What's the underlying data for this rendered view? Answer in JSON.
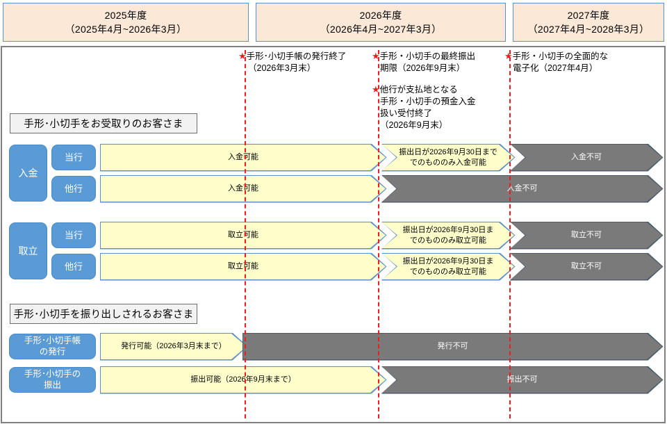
{
  "header": {
    "years": [
      {
        "title": "2025年度",
        "range": "（2025年4月~2026年3月）"
      },
      {
        "title": "2026年度",
        "range": "（2026年4月~2027年3月）"
      },
      {
        "title": "2027年度",
        "range": "（2027年4月~2028年3月）"
      }
    ]
  },
  "annotations": [
    {
      "star": "★",
      "line1": "手形･小切手帳の発行終了",
      "line2": "（2026年3月末）",
      "line3": "",
      "line4": ""
    },
    {
      "star": "★",
      "line1": "手形・小切手の最終振出",
      "line2": "期限（2026年9月末）",
      "line3": "",
      "line4": ""
    },
    {
      "star": "★",
      "line1": "他行が支払地となる",
      "line2": "手形・小切手の預金入金",
      "line3": "扱い受付終了",
      "line4": "（2026年9月末）"
    },
    {
      "star": "★",
      "line1": "手形・小切手の全面的な",
      "line2": "電子化（2027年4月）",
      "line3": "",
      "line4": ""
    }
  ],
  "sections": [
    {
      "caption": "手形･小切手をお受取りのお客さま",
      "groups": [
        {
          "group_label": "入金",
          "rows": [
            {
              "bank_label": "当行",
              "segments": [
                {
                  "text": "入金可能",
                  "tone": "yellow"
                },
                {
                  "text": "振出日が2026年9月30日まで\nでのもののみ入金可能",
                  "tone": "yellow"
                },
                {
                  "text": "入金不可",
                  "tone": "gray"
                }
              ]
            },
            {
              "bank_label": "他行",
              "segments": [
                {
                  "text": "入金可能",
                  "tone": "yellow"
                },
                {
                  "text": "入金不可",
                  "tone": "gray"
                }
              ]
            }
          ]
        },
        {
          "group_label": "取立",
          "rows": [
            {
              "bank_label": "当行",
              "segments": [
                {
                  "text": "取立可能",
                  "tone": "yellow"
                },
                {
                  "text": "振出日が2026年9月30日ま\nでのもののみ取立可能",
                  "tone": "yellow"
                },
                {
                  "text": "取立不可",
                  "tone": "gray"
                }
              ]
            },
            {
              "bank_label": "他行",
              "segments": [
                {
                  "text": "取立可能",
                  "tone": "yellow"
                },
                {
                  "text": "振出日が2026年9月30日ま\nでのもののみ取立可能",
                  "tone": "yellow"
                },
                {
                  "text": "取立不可",
                  "tone": "gray"
                }
              ]
            }
          ]
        }
      ]
    },
    {
      "caption": "手形･小切手を振り出しされるお客さま",
      "groups": [
        {
          "group_label": "",
          "rows": [
            {
              "bank_label": "手形･小切手帳\nの発行",
              "segments": [
                {
                  "text": "発行可能（2026年3月末まで）",
                  "tone": "yellow"
                },
                {
                  "text": "発行不可",
                  "tone": "gray"
                }
              ]
            },
            {
              "bank_label": "手形･小切手の\n振出",
              "segments": [
                {
                  "text": "振出可能（2026年9月末まで）",
                  "tone": "yellow"
                },
                {
                  "text": "振出不可",
                  "tone": "gray"
                }
              ]
            }
          ]
        }
      ]
    }
  ],
  "colors": {
    "header_bg": "#fbe8d6",
    "header_border": "#5b8fc7",
    "blue": "#5b9bd5",
    "yellow": "#ffffcc",
    "gray": "#7a7a7a",
    "red_rule": "#ee1c1c",
    "caption_bg": "#f2f2f2"
  }
}
